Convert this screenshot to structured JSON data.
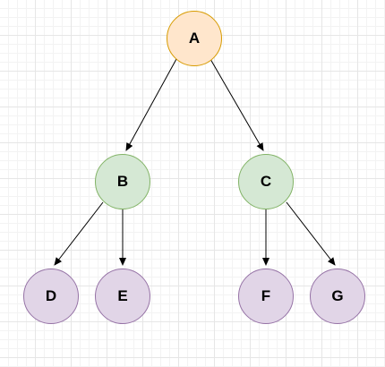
{
  "diagram": {
    "nodes": [
      {
        "id": "A",
        "label": "A",
        "style": "orange"
      },
      {
        "id": "B",
        "label": "B",
        "style": "green"
      },
      {
        "id": "C",
        "label": "C",
        "style": "green"
      },
      {
        "id": "D",
        "label": "D",
        "style": "purple"
      },
      {
        "id": "E",
        "label": "E",
        "style": "purple"
      },
      {
        "id": "F",
        "label": "F",
        "style": "purple"
      },
      {
        "id": "G",
        "label": "G",
        "style": "purple"
      }
    ],
    "edges": [
      {
        "from": "A",
        "to": "B"
      },
      {
        "from": "A",
        "to": "C"
      },
      {
        "from": "B",
        "to": "D"
      },
      {
        "from": "B",
        "to": "E"
      },
      {
        "from": "C",
        "to": "F"
      },
      {
        "from": "C",
        "to": "G"
      }
    ],
    "colors": {
      "orange_fill": "#ffe6cc",
      "orange_stroke": "#d79b00",
      "green_fill": "#d5e8d4",
      "green_stroke": "#82b366",
      "purple_fill": "#e1d5e7",
      "purple_stroke": "#9673a6",
      "edge": "#000000",
      "grid": "#e6e6e6"
    }
  }
}
